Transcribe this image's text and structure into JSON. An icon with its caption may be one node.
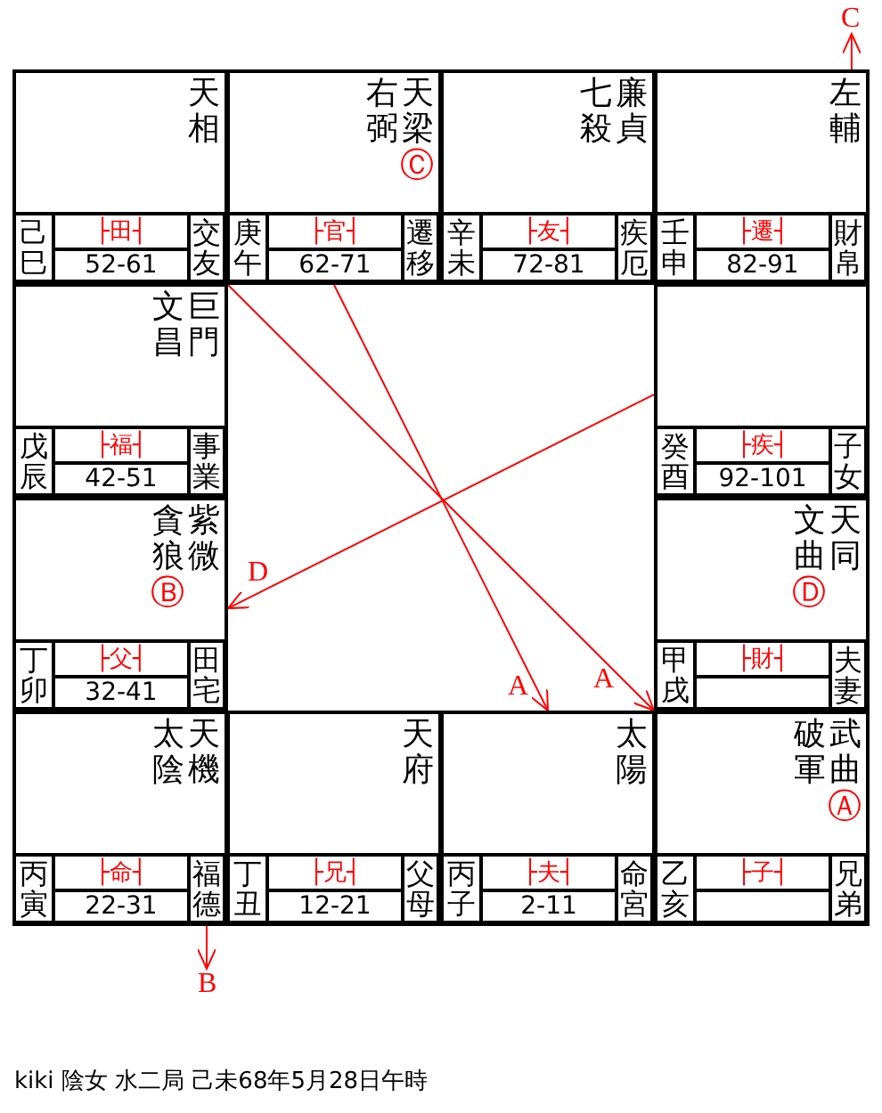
{
  "diagram": {
    "caption": "kiki 陰女 水二局 己未68年5月28日午時",
    "nodes": [
      {
        "text": [
          "天相"
        ]
      },
      {
        "text": [
          "己巳"
        ],
        "in": 0
      },
      {
        "text": [
          "├田┤"
        ],
        "in": 0
      },
      {
        "text": [
          "52-61"
        ],
        "in": 0
      },
      {
        "text": [
          "交友"
        ],
        "in": 0
      },
      {
        "text": [
          "右弼",
          "天梁",
          "Ⓒ"
        ]
      },
      {
        "text": [
          "庚午"
        ],
        "in": 5
      },
      {
        "text": [
          "├官┤"
        ],
        "in": 5
      },
      {
        "text": [
          "62-71"
        ],
        "in": 5
      },
      {
        "text": [
          "遷移"
        ],
        "in": 5
      },
      {
        "text": [
          "七殺",
          "廉貞"
        ]
      },
      {
        "text": [
          "辛未"
        ],
        "in": 10
      },
      {
        "text": [
          "├友┤"
        ],
        "in": 10
      },
      {
        "text": [
          "72-81"
        ],
        "in": 10
      },
      {
        "text": [
          "疾厄"
        ],
        "in": 10
      },
      {
        "text": [
          "左輔"
        ]
      },
      {
        "text": [
          "壬申"
        ],
        "in": 15
      },
      {
        "text": [
          "├遷┤"
        ],
        "in": 15
      },
      {
        "text": [
          "82-91"
        ],
        "in": 15
      },
      {
        "text": [
          "財帛"
        ],
        "in": 15
      },
      {
        "text": [
          "文昌",
          "巨門"
        ]
      },
      {
        "text": [
          "戊辰"
        ],
        "in": 20
      },
      {
        "text": [
          "├福┤"
        ],
        "in": 20
      },
      {
        "text": [
          "42-51"
        ],
        "in": 20
      },
      {
        "text": [
          "事業"
        ],
        "in": 20
      },
      {
        "text": [],
        "shape": "box"
      },
      {
        "text": [
          "癸酉"
        ],
        "in": 25
      },
      {
        "text": [
          "├疾┤"
        ],
        "in": 25
      },
      {
        "text": [
          "92-101"
        ],
        "in": 25
      },
      {
        "text": [
          "子女"
        ],
        "in": 25
      },
      {
        "text": [
          "貪狼",
          "紫微",
          "Ⓑ"
        ]
      },
      {
        "text": [
          "丁卯"
        ],
        "in": 30
      },
      {
        "text": [
          "├父┤"
        ],
        "in": 30
      },
      {
        "text": [
          "32-41"
        ],
        "in": 30
      },
      {
        "text": [
          "田宅"
        ],
        "in": 30
      },
      {
        "text": [
          "文曲",
          "天同",
          "Ⓓ"
        ]
      },
      {
        "text": [
          "甲戌"
        ],
        "in": 35
      },
      {
        "text": [
          "├財┤"
        ],
        "in": 35
      },
      {
        "text": [],
        "shape": "box",
        "in": 35
      },
      {
        "text": [
          "夫妻"
        ],
        "in": 35
      },
      {
        "text": [
          "太陰",
          "天機"
        ]
      },
      {
        "text": [
          "丙寅"
        ],
        "in": 40
      },
      {
        "text": [
          "├命┤"
        ],
        "in": 40
      },
      {
        "text": [
          "22-31"
        ],
        "in": 40
      },
      {
        "text": [
          "福德"
        ],
        "in": 40
      },
      {
        "text": [
          "天府"
        ]
      },
      {
        "text": [
          "丁丑"
        ],
        "in": 45
      },
      {
        "text": [
          "├兄┤"
        ],
        "in": 45
      },
      {
        "text": [
          "12-21"
        ],
        "in": 45
      },
      {
        "text": [
          "父母"
        ],
        "in": 45
      },
      {
        "text": [
          "太陽"
        ]
      },
      {
        "text": [
          "丙子"
        ],
        "in": 50
      },
      {
        "text": [
          "├夫┤"
        ],
        "in": 50
      },
      {
        "text": [
          "2-11"
        ],
        "in": 50
      },
      {
        "text": [
          "命宮"
        ],
        "in": 50
      },
      {
        "text": [
          "破軍",
          "武曲",
          "Ⓐ"
        ]
      },
      {
        "text": [
          "乙亥"
        ],
        "in": 55
      },
      {
        "text": [
          "├子┤"
        ],
        "in": 55
      },
      {
        "text": [],
        "shape": "box",
        "in": 55
      },
      {
        "text": [
          "兄弟"
        ],
        "in": 55
      }
    ],
    "edges": [
      {
        "from": 0,
        "to": 55,
        "arrow": "to",
        "label": "A"
      },
      {
        "from": 5,
        "to": 50,
        "arrow": "to",
        "label": "A"
      },
      {
        "from": 25,
        "to": 30,
        "arrow": "to",
        "label": "D"
      },
      {
        "from": 44,
        "to": null,
        "arrow": "to",
        "label": "B"
      },
      {
        "from": 15,
        "to": null,
        "arrow": "to",
        "label": "C"
      }
    ]
  }
}
